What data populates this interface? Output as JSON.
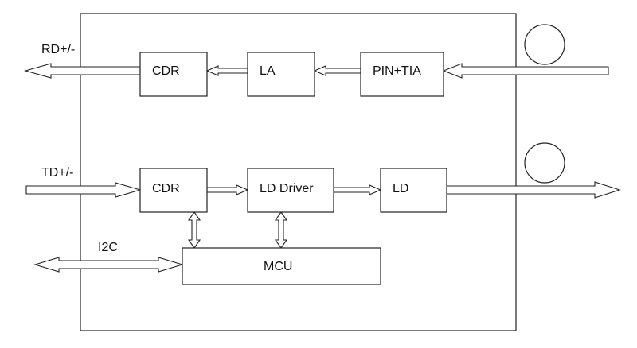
{
  "diagram": {
    "title": "",
    "blocks": {
      "rx_cdr": "CDR",
      "la": "LA",
      "pin_tia": "PIN+TIA",
      "tx_cdr": "CDR",
      "ld_driver": "LD Driver",
      "ld": "LD",
      "mcu": "MCU"
    },
    "signals": {
      "rd": "RD+/-",
      "td": "TD+/-",
      "i2c": "I2C"
    },
    "icons": {
      "rx_fiber": "fiber-connector-icon",
      "tx_fiber": "fiber-connector-icon"
    }
  }
}
